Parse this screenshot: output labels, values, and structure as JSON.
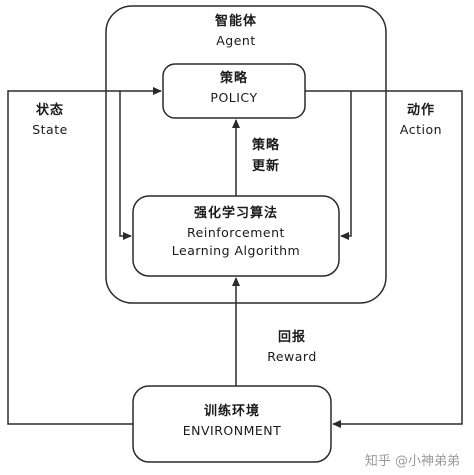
{
  "agent": {
    "zh": "智能体",
    "en": "Agent"
  },
  "policy": {
    "zh": "策略",
    "en": "POLICY"
  },
  "policy_update": {
    "line1": "策略",
    "line2": "更新"
  },
  "rl_algorithm": {
    "zh": "强化学习算法",
    "en_line1": "Reinforcement",
    "en_line2": "Learning Algorithm"
  },
  "state": {
    "zh": "状态",
    "en": "State"
  },
  "action": {
    "zh": "动作",
    "en": "Action"
  },
  "reward": {
    "zh": "回报",
    "en": "Reward"
  },
  "environment": {
    "zh": "训练环境",
    "en": "ENVIRONMENT"
  },
  "watermark": "知乎 @小神弟弟",
  "colors": {
    "stroke": "#2b2b2b",
    "text": "#1a1a1a",
    "watermark": "#9a9a9a"
  }
}
